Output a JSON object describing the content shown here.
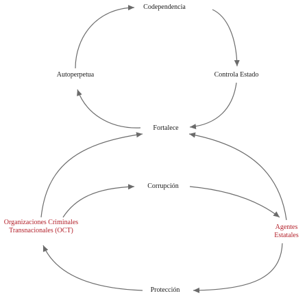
{
  "colors": {
    "text": "#1a1a1a",
    "actor": "#b3202a",
    "arrow": "#6b6b6b"
  },
  "nodes": {
    "codependencia": "Codependencia",
    "autoperpetua": "Autoperpetua",
    "controla_estado": "Controla Estado",
    "fortalece": "Fortalece",
    "corrupcion": "Corrupción",
    "oct": "Organizaciones Criminales Transnacionales (OCT)",
    "agentes": "Agentes Estatales",
    "proteccion": "Protección"
  },
  "edges": [
    {
      "from": "Autoperpetua",
      "to": "Codependencia"
    },
    {
      "from": "Codependencia",
      "to": "Controla Estado"
    },
    {
      "from": "Controla Estado",
      "to": "Fortalece"
    },
    {
      "from": "Fortalece",
      "to": "Autoperpetua"
    },
    {
      "from": "Organizaciones Criminales Transnacionales (OCT)",
      "to": "Fortalece"
    },
    {
      "from": "Agentes Estatales",
      "to": "Fortalece"
    },
    {
      "from": "Organizaciones Criminales Transnacionales (OCT)",
      "to": "Corrupción"
    },
    {
      "from": "Corrupción",
      "to": "Agentes Estatales"
    },
    {
      "from": "Agentes Estatales",
      "to": "Protección"
    },
    {
      "from": "Protección",
      "to": "Organizaciones Criminales Transnacionales (OCT)"
    }
  ]
}
